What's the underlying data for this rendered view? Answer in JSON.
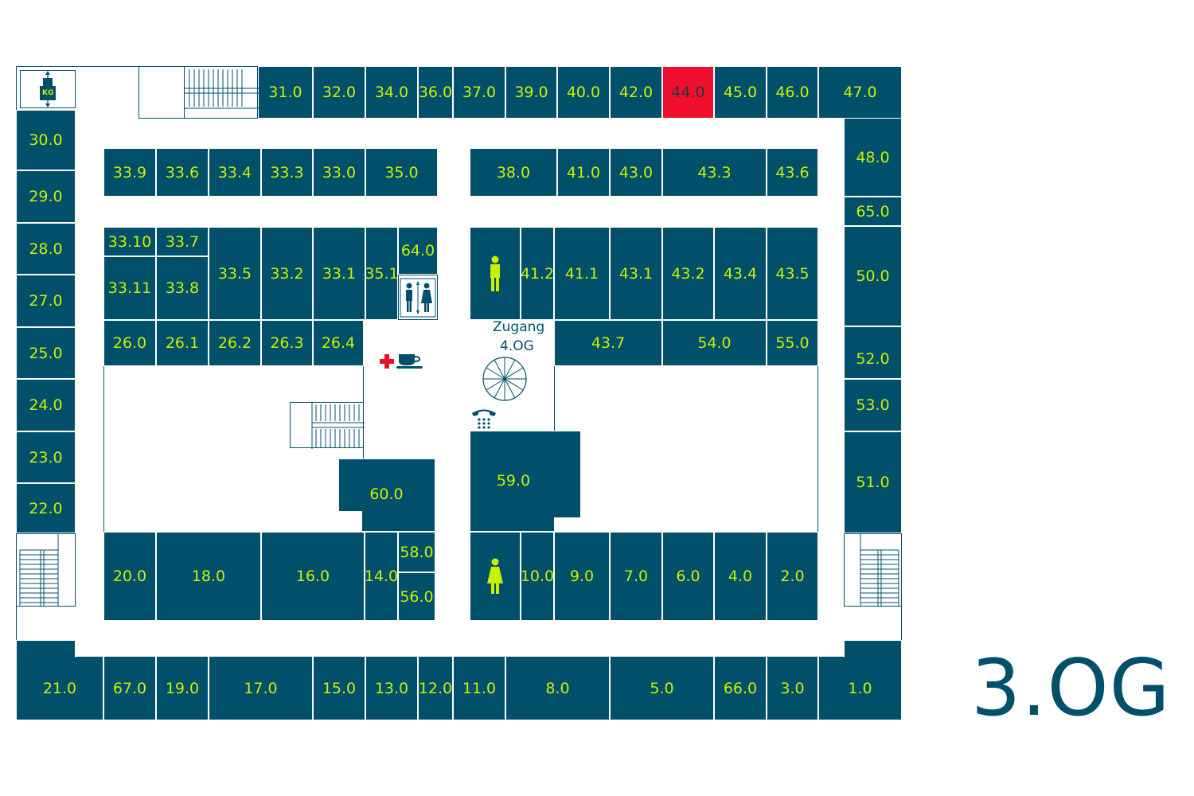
{
  "floor_title": "3.OG",
  "access_label_1": "Zugang",
  "access_label_2": "4.OG",
  "elevator_label": "KG",
  "colors": {
    "room": "#004f6b",
    "label": "#c8f000",
    "highlight": "#f0102e",
    "outline": "#004f6b"
  },
  "highlighted_room": "44.0",
  "rooms": {
    "r21": "21.0",
    "r67": "67.0",
    "r19": "19.0",
    "r17": "17.0",
    "r15": "15.0",
    "r13": "13.0",
    "r12": "12.0",
    "r11": "11.0",
    "r8": "8.0",
    "r5": "5.0",
    "r66": "66.0",
    "r3": "3.0",
    "r1": "1.0",
    "r31": "31.0",
    "r32": "32.0",
    "r34": "34.0",
    "r36": "36.0",
    "r37": "37.0",
    "r39": "39.0",
    "r40": "40.0",
    "r42": "42.0",
    "r44": "44.0",
    "r45": "45.0",
    "r46": "46.0",
    "r47": "47.0",
    "r30": "30.0",
    "r29": "29.0",
    "r28": "28.0",
    "r27": "27.0",
    "r25": "25.0",
    "r24": "24.0",
    "r23": "23.0",
    "r22": "22.0",
    "r48": "48.0",
    "r65": "65.0",
    "r50": "50.0",
    "r52": "52.0",
    "r53": "53.0",
    "r51": "51.0",
    "r33_9": "33.9",
    "r33_6": "33.6",
    "r33_4": "33.4",
    "r33_3": "33.3",
    "r33_0": "33.0",
    "r35_0": "35.0",
    "r38_0": "38.0",
    "r41_0": "41.0",
    "r43_0": "43.0",
    "r43_3": "43.3",
    "r43_6": "43.6",
    "r33_10": "33.10",
    "r33_7": "33.7",
    "r33_11": "33.11",
    "r33_8": "33.8",
    "r33_5": "33.5",
    "r33_2": "33.2",
    "r33_1": "33.1",
    "r35_1": "35.1",
    "r64": "64.0",
    "r41_2": "41.2",
    "r41_1": "41.1",
    "r43_1": "43.1",
    "r43_2": "43.2",
    "r43_4": "43.4",
    "r43_5": "43.5",
    "r26_0": "26.0",
    "r26_1": "26.1",
    "r26_2": "26.2",
    "r26_3": "26.3",
    "r26_4": "26.4",
    "r43_7": "43.7",
    "r54": "54.0",
    "r55": "55.0",
    "r60": "60.0",
    "r59": "59.0",
    "r20": "20.0",
    "r18": "18.0",
    "r16": "16.0",
    "r14": "14.0",
    "r58": "58.0",
    "r56": "56.0",
    "r10": "10.0",
    "r9": "9.0",
    "r7": "7.0",
    "r6": "6.0",
    "r4": "4.0",
    "r2": "2.0"
  },
  "icons": [
    "elevator-icon",
    "first-aid-icon",
    "coffee-icon",
    "spiral-stair-icon",
    "telephone-icon",
    "male-toilet-icon",
    "female-toilet-icon",
    "toilets-elevator-icon"
  ]
}
